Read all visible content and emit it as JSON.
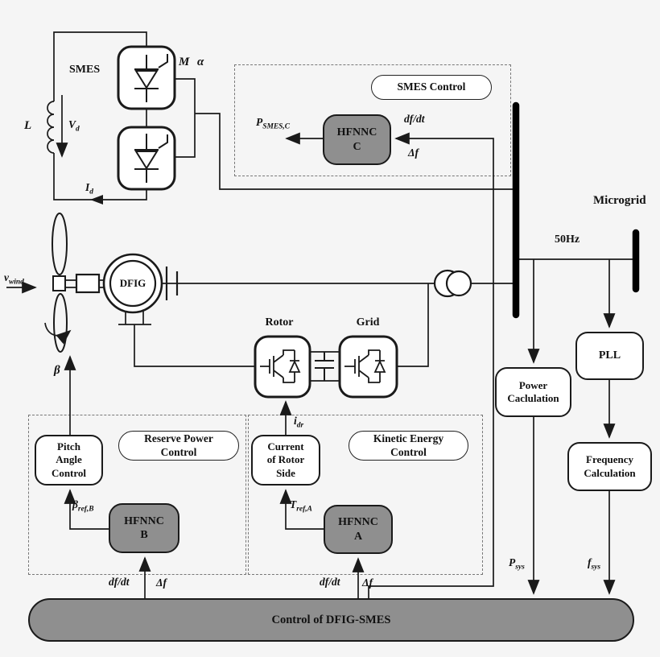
{
  "colors": {
    "background": "#f5f5f5",
    "block_gray": "#8f8f8f",
    "line": "#1a1a1a"
  },
  "smes": {
    "label": "SMES",
    "inductor": "L",
    "voltage": {
      "main": "V",
      "sub": "d"
    },
    "current": {
      "main": "I",
      "sub": "d"
    },
    "modulation": "M",
    "firing_angle": "α"
  },
  "smes_control": {
    "title": "SMES Control",
    "hfnnc_c_lines": [
      "HFNNC",
      "C"
    ],
    "output": {
      "main": "P",
      "sub": "SMES,C"
    },
    "input_top": "df/dt",
    "input_bottom": "Δf"
  },
  "turbine": {
    "wind": {
      "main": "v",
      "sub": "wind"
    },
    "pitch": "β",
    "generator": "DFIG"
  },
  "converters": {
    "rotor": "Rotor",
    "grid": "Grid"
  },
  "grid": {
    "frequency": "50Hz",
    "microgrid": "Microgrid"
  },
  "reserve_power": {
    "title_lines": [
      "Reserve Power",
      "Control"
    ],
    "pitch_box_lines": [
      "Pitch",
      "Angle",
      "Control"
    ],
    "hfnnc_b_lines": [
      "HFNNC",
      "B"
    ],
    "beta_ref": {
      "main": "β",
      "sub": "ref,B"
    },
    "dfdt": "df/dt",
    "df": "Δf"
  },
  "kinetic_energy": {
    "title_lines": [
      "Kinetic Energy",
      "Control"
    ],
    "current_box_lines": [
      "Current",
      "of Rotor",
      "Side"
    ],
    "hfnnc_a_lines": [
      "HFNNC",
      "A"
    ],
    "torque_ref": {
      "main": "T",
      "sub": "ref,A"
    },
    "rotor_current": {
      "main": "i",
      "sub": "dr"
    },
    "dfdt": "df/dt",
    "df": "Δf"
  },
  "measurement": {
    "power_calc_lines": [
      "Power",
      "Caclulation"
    ],
    "pll": "PLL",
    "freq_calc_lines": [
      "Frequency",
      "Calculation"
    ],
    "p_sys": {
      "main": "P",
      "sub": "sys"
    },
    "f_sys": {
      "main": "f",
      "sub": "sys"
    }
  },
  "control_bar": {
    "label": "Control of DFIG-SMES"
  }
}
